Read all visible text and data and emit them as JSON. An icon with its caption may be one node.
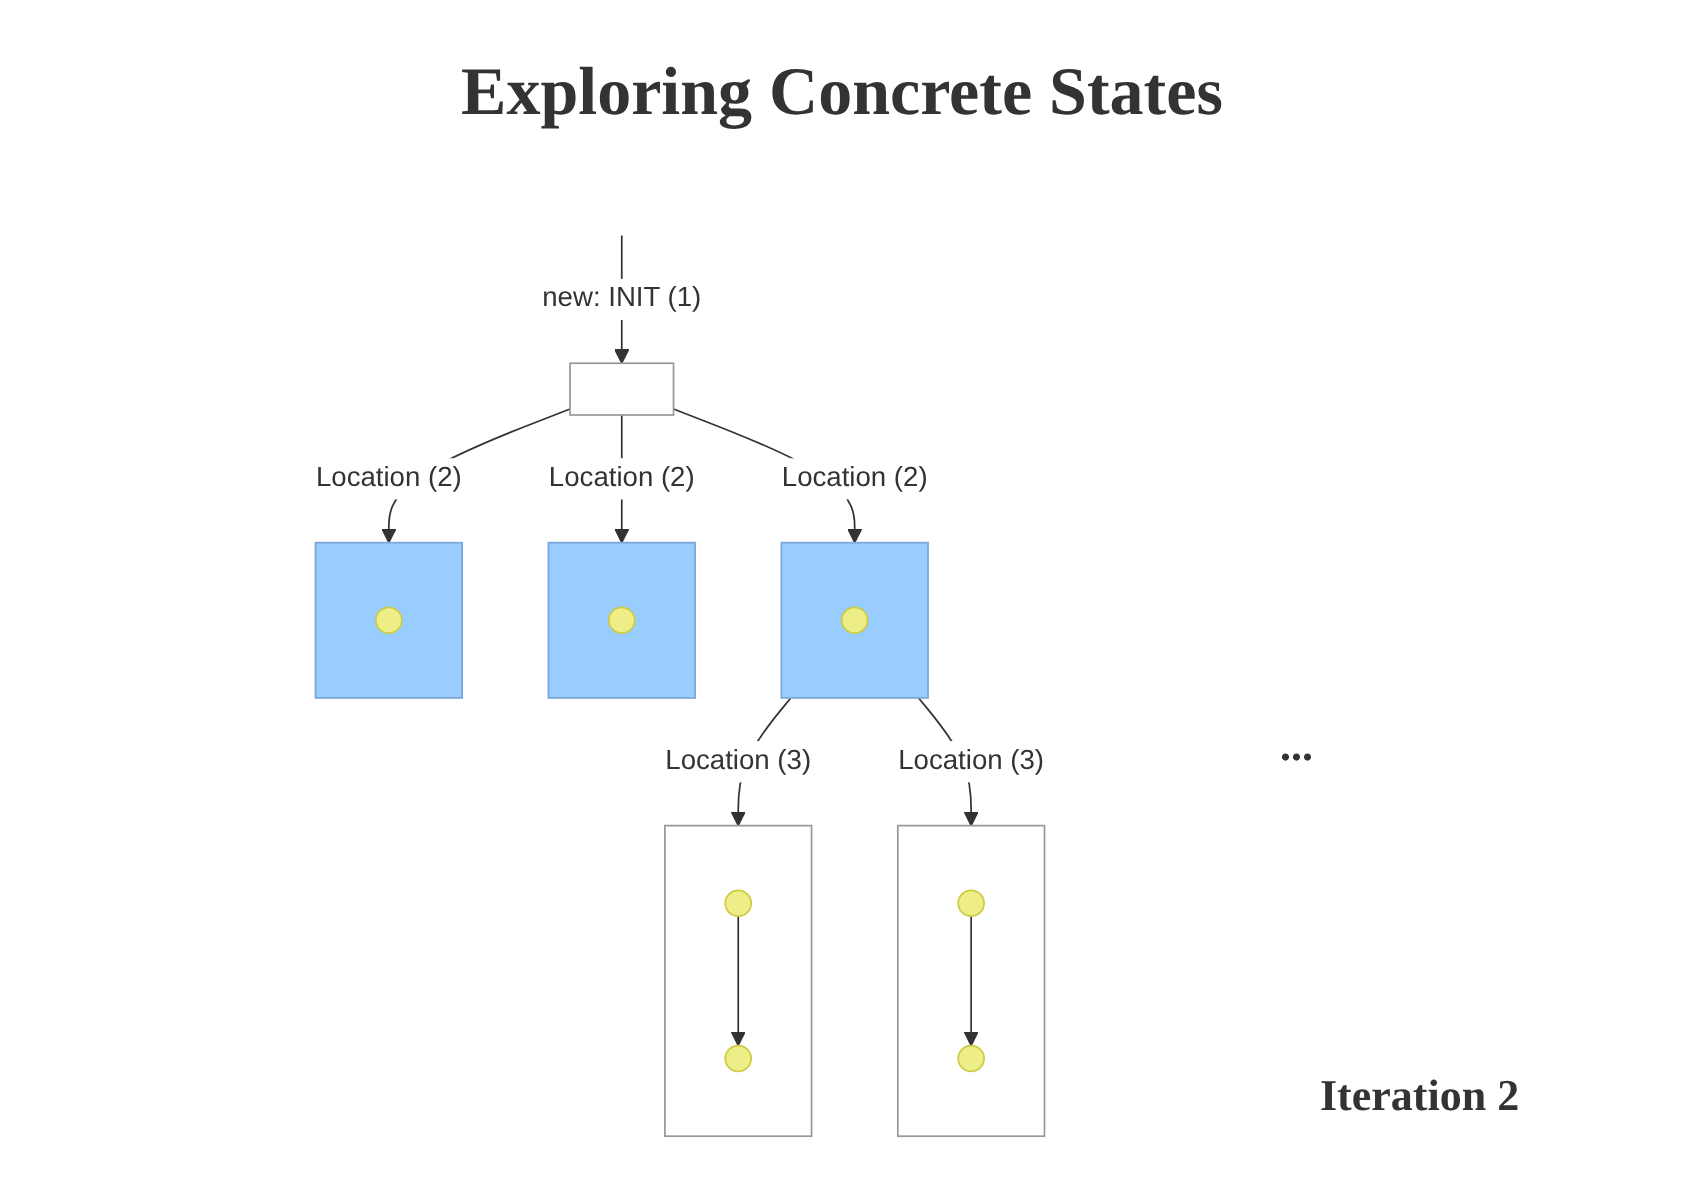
{
  "diagram": {
    "title": "Exploring Concrete States",
    "nodes": [
      {
        "text": [],
        "shape": "box"
      },
      {
        "text": [],
        "shape": "box"
      },
      {
        "text": [],
        "shape": "circle",
        "in": 1
      },
      {
        "text": [],
        "shape": "box"
      },
      {
        "text": [],
        "shape": "circle",
        "in": 3
      },
      {
        "text": [],
        "shape": "box"
      },
      {
        "text": [],
        "shape": "circle",
        "in": 5
      },
      {
        "text": [],
        "shape": "box"
      },
      {
        "text": [],
        "shape": "circle",
        "in": 7
      },
      {
        "text": [],
        "shape": "circle",
        "in": 7
      },
      {
        "text": [],
        "shape": "box"
      },
      {
        "text": [],
        "shape": "circle",
        "in": 10
      },
      {
        "text": [],
        "shape": "circle",
        "in": 10
      }
    ],
    "edges": [
      {
        "from": null,
        "to": 0,
        "arrow": "to",
        "label": "new: INIT (1)"
      },
      {
        "from": 0,
        "to": 1,
        "arrow": "to",
        "label": "Location (2)"
      },
      {
        "from": 0,
        "to": 3,
        "arrow": "to",
        "label": "Location (2)"
      },
      {
        "from": 0,
        "to": 5,
        "arrow": "to",
        "label": "Location (2)"
      },
      {
        "from": 1,
        "to": 7,
        "arrow": "to",
        "label": "Location (3)"
      },
      {
        "from": 1,
        "to": 10,
        "arrow": "to",
        "label": "Location (3)"
      },
      {
        "from": 8,
        "to": 9,
        "arrow": "to"
      },
      {
        "from": 11,
        "to": 12,
        "arrow": "to"
      }
    ],
    "labels": [
      "...",
      "Iteration 2"
    ]
  }
}
